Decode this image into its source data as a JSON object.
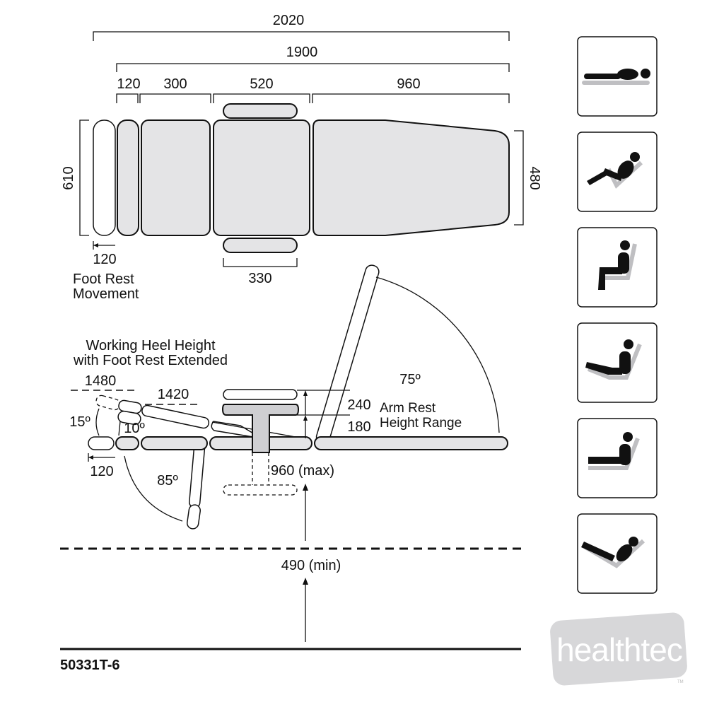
{
  "top_view": {
    "overall_length": "2020",
    "top_length": "1900",
    "segments": [
      "120",
      "300",
      "520",
      "960"
    ],
    "width": "610",
    "head_width": "480",
    "foot_rest_movement_value": "120",
    "foot_rest_movement_label": [
      "Foot Rest",
      "Movement"
    ],
    "arm_rest_span": "330"
  },
  "side_view": {
    "heel_height_label": [
      "Working Heel Height",
      "with Foot Rest Extended"
    ],
    "heel_height_extended": "1480",
    "heel_height": "1420",
    "foot_angle": "15º",
    "leg_angle": "10º",
    "leg_drop_angle": "85º",
    "back_angle": "75º",
    "foot_extension": "120",
    "arm_rest_max": "240",
    "arm_rest_min": "180",
    "arm_rest_label": [
      "Arm Rest",
      "Height Range"
    ],
    "max_height": "960 (max)",
    "min_height": "490 (min)"
  },
  "positions": [
    "flat",
    "recline",
    "sitting",
    "legs-up-upright",
    "legs-level-upright",
    "trendelenburg"
  ],
  "model_code": "50331T-6",
  "logo": {
    "text": "healthtec",
    "tm": "TM"
  }
}
